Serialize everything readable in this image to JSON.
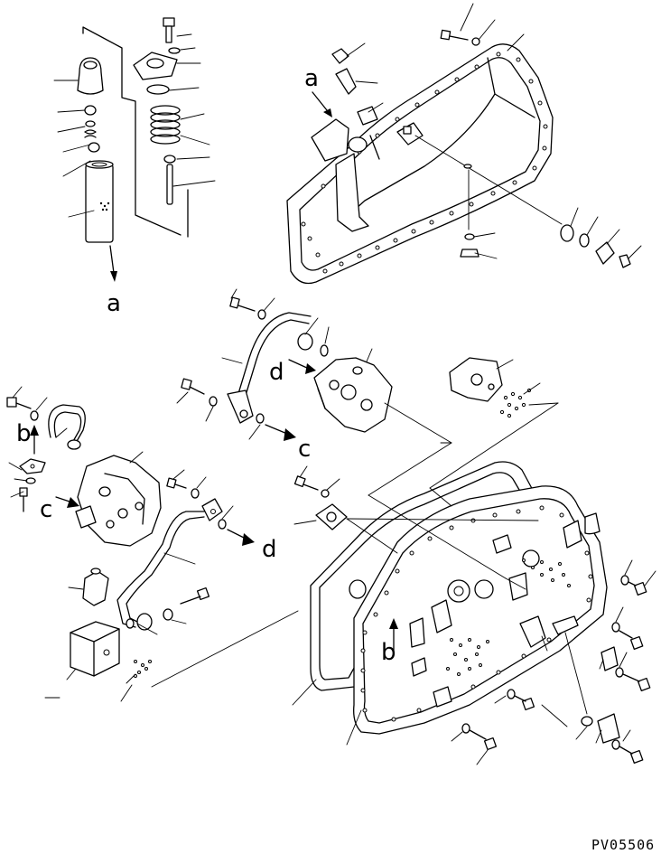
{
  "drawing": {
    "code": "PV05506",
    "refs": {
      "a_top": "a",
      "a_bottom": "a",
      "b_left": "b",
      "b_right": "b",
      "c_left": "c",
      "c_mid": "c",
      "d_mid": "d",
      "d_low": "d"
    }
  }
}
